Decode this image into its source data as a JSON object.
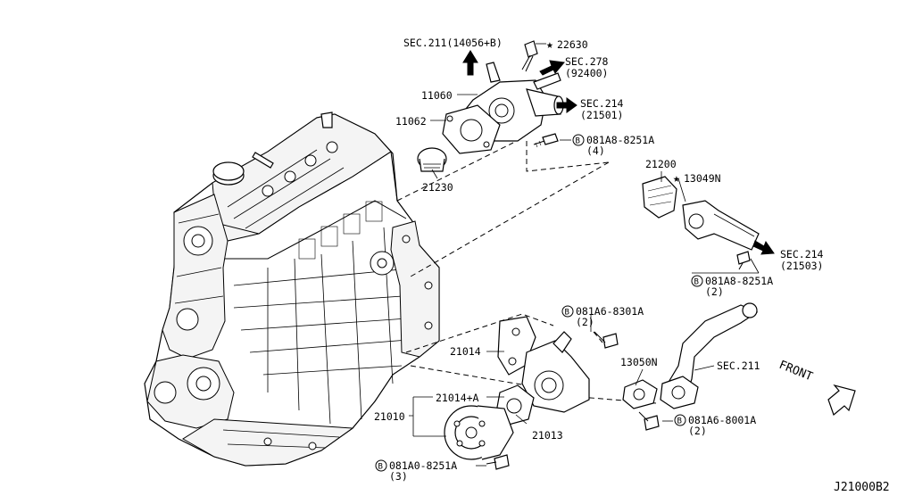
{
  "diagram_id": "J21000B2",
  "front_label": "FRONT",
  "bolt_symbol": "B",
  "labels": {
    "sec211_14056": "SEC.211(14056+B)",
    "p22630": "22630",
    "sec278": "SEC.278",
    "sec278_sub": "(92400)",
    "p11060": "11060",
    "sec214_a": "SEC.214",
    "sec214_a_sub": "(21501)",
    "p11062": "11062",
    "bolt_a8_4": "081A8-8251A",
    "bolt_a8_4_qty": "(4)",
    "p21230": "21230",
    "p21200": "21200",
    "p13049n": "13049N",
    "sec214_b": "SEC.214",
    "sec214_b_sub": "(21503)",
    "bolt_a8_2": "081A8-8251A",
    "bolt_a8_2_qty": "(2)",
    "bolt_a6_8301": "081A6-8301A",
    "bolt_a6_8301_qty": "(2)",
    "p21014": "21014",
    "p13050n": "13050N",
    "sec211": "SEC.211",
    "p21014a": "21014+A",
    "p21010": "21010",
    "p21013": "21013",
    "bolt_a6_8001": "081A6-8001A",
    "bolt_a6_8001_qty": "(2)",
    "bolt_a0": "081A0-8251A",
    "bolt_a0_qty": "(3)"
  }
}
